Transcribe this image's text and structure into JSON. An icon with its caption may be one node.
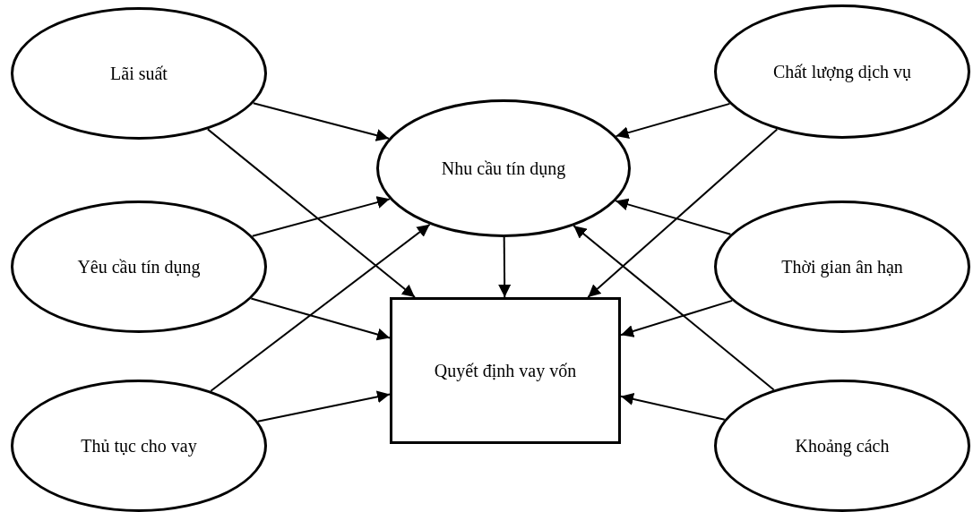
{
  "diagram": {
    "nodes": [
      {
        "text": [
          "Lãi suất"
        ]
      },
      {
        "text": [
          "Yêu cầu tín dụng"
        ]
      },
      {
        "text": [
          "Thủ tục cho vay"
        ]
      },
      {
        "text": [
          "Nhu cầu tín dụng"
        ]
      },
      {
        "text": [
          "Quyết định vay vốn"
        ]
      },
      {
        "text": [
          "Chất lượng dịch vụ"
        ]
      },
      {
        "text": [
          "Thời gian ân hạn"
        ]
      },
      {
        "text": [
          "Khoảng cách"
        ]
      }
    ],
    "edges": [
      {
        "from": 0,
        "to": 3,
        "arrow": "to"
      },
      {
        "from": 0,
        "to": 4,
        "arrow": "to"
      },
      {
        "from": 1,
        "to": 3,
        "arrow": "to"
      },
      {
        "from": 1,
        "to": 4,
        "arrow": "to"
      },
      {
        "from": 2,
        "to": 3,
        "arrow": "to"
      },
      {
        "from": 2,
        "to": 4,
        "arrow": "to"
      },
      {
        "from": 3,
        "to": 4,
        "arrow": "to"
      },
      {
        "from": 5,
        "to": 3,
        "arrow": "to"
      },
      {
        "from": 5,
        "to": 4,
        "arrow": "to"
      },
      {
        "from": 6,
        "to": 3,
        "arrow": "to"
      },
      {
        "from": 6,
        "to": 4,
        "arrow": "to"
      },
      {
        "from": 7,
        "to": 3,
        "arrow": "to"
      },
      {
        "from": 7,
        "to": 4,
        "arrow": "to"
      }
    ]
  }
}
